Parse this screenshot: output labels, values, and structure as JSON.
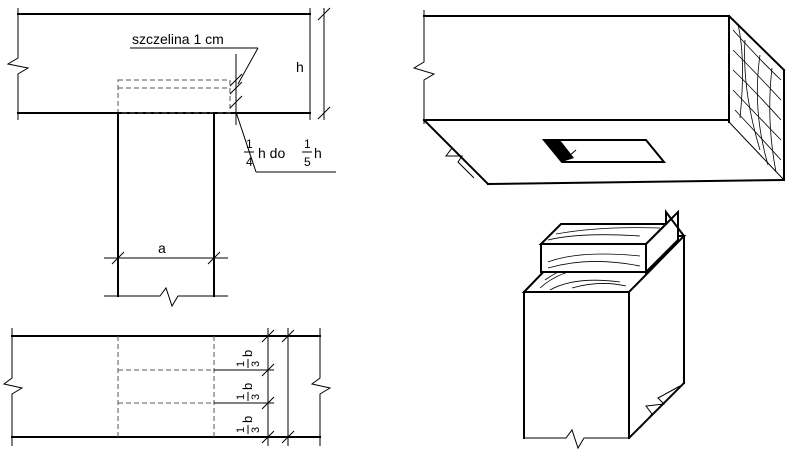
{
  "labels": {
    "gap_label": "szczelina 1 cm",
    "height_label": "h",
    "depth_connector": "h do",
    "depth_h2": "h",
    "width_label": "a",
    "frac_num": "1",
    "frac_den_4": "4",
    "frac_den_5": "5",
    "third_num": "1",
    "third_den": "3",
    "third_b": "b"
  },
  "colors": {
    "line": "#000000",
    "dashed": "#555555",
    "background": "#ffffff"
  }
}
